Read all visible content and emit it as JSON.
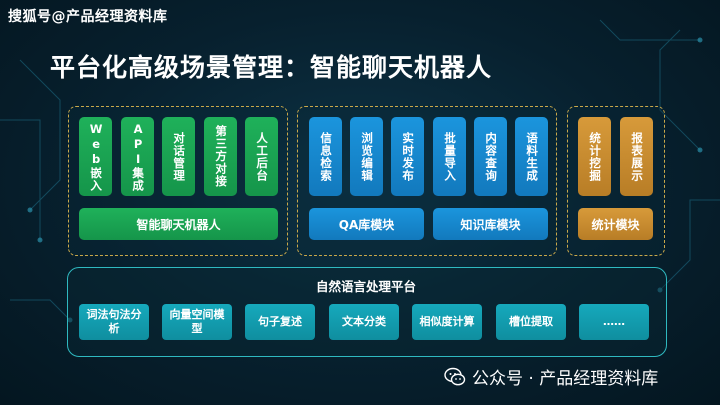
{
  "watermark_top": "搜狐号@产品经理资料库",
  "title": "平台化高级场景管理：智能聊天机器人",
  "groups": {
    "chatbot": {
      "cards": [
        "Web嵌入",
        "API集成",
        "对话管理",
        "第三方对接",
        "人工后台"
      ],
      "bar": "智能聊天机器人"
    },
    "knowledge": {
      "cards": [
        "信息检索",
        "浏览编辑",
        "实时发布",
        "批量导入",
        "内容查询",
        "语料生成"
      ],
      "bar_qa": "QA库模块",
      "bar_kb": "知识库模块"
    },
    "stats": {
      "cards": [
        "统计挖掘",
        "报表展示"
      ],
      "bar": "统计模块"
    }
  },
  "nlp": {
    "title": "自然语言处理平台",
    "items": [
      "词法句法分析",
      "向量空间模型",
      "句子复述",
      "文本分类",
      "相似度计算",
      "槽位提取",
      "……"
    ]
  },
  "watermark_bottom": "公众号 · 产品经理资料库",
  "colors": {
    "green": "#1fb15a",
    "blue": "#1b95dd",
    "orange": "#d79a3a",
    "teal": "#16a9bc",
    "dashed_border": "#c9a84a"
  }
}
